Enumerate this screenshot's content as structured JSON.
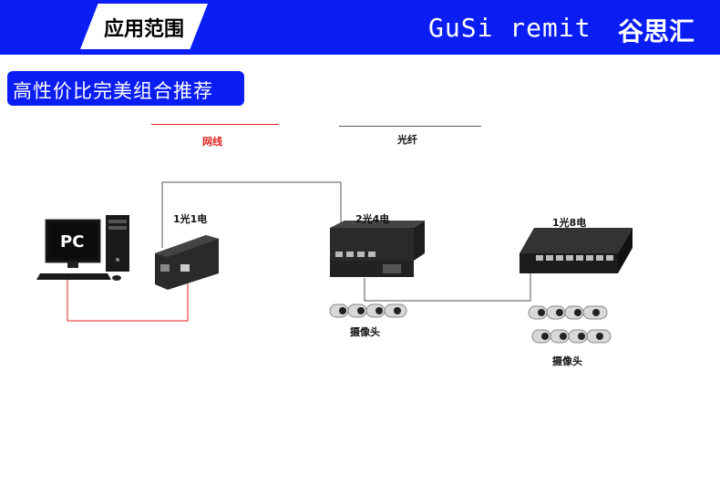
{
  "header": {
    "section_tab": "应用范围",
    "brand_en": "GuSi remit",
    "brand_cn": "谷思汇"
  },
  "subtitle": "高性价比完美组合推荐",
  "legend": {
    "network_cable": "网线",
    "fiber": "光纤"
  },
  "devices": {
    "pc_label": "PC",
    "converter_1": "1光1电",
    "switch_2": "2光4电",
    "switch_3": "1光8电",
    "camera_group_1": "摄像头",
    "camera_group_2": "摄像头"
  },
  "colors": {
    "banner": "#0a1df2",
    "network_cable": "#e02020",
    "fiber": "#555555"
  }
}
